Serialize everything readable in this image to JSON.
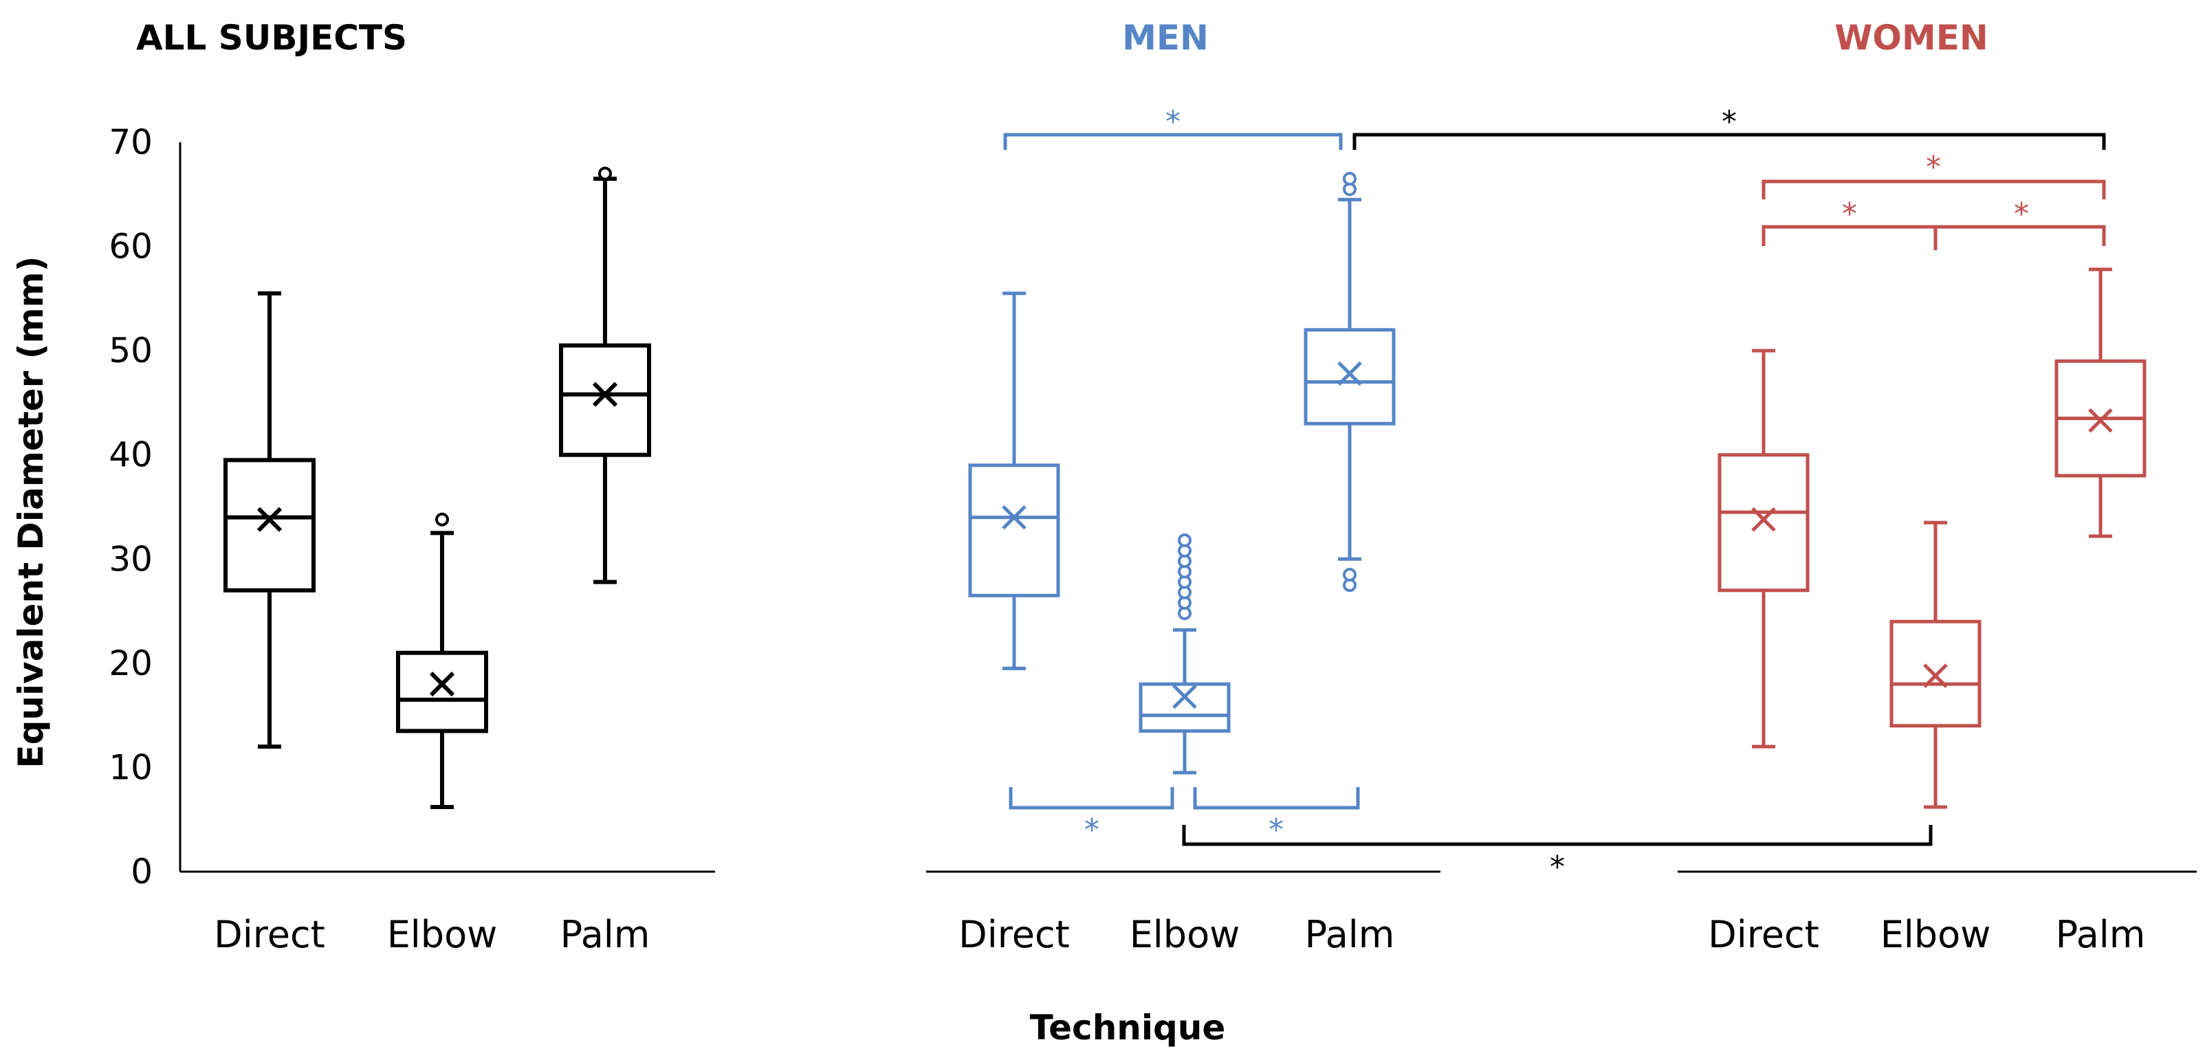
{
  "chart_data": {
    "type": "box",
    "xlabel": "Technique",
    "ylabel": "Equivalent Diameter (mm)",
    "ylim": [
      0,
      70
    ],
    "yticks": [
      0,
      10,
      20,
      30,
      40,
      50,
      60,
      70
    ],
    "grid": false,
    "categories": [
      "Direct",
      "Elbow",
      "Palm"
    ],
    "significance_marker": "*",
    "panels": [
      {
        "title": "ALL SUBJECTS",
        "color": "#000000",
        "boxes": [
          {
            "category": "Direct",
            "min": 12,
            "q1": 27,
            "median": 34,
            "q3": 39.5,
            "max": 55.5,
            "mean": 33.8,
            "outliers": []
          },
          {
            "category": "Elbow",
            "min": 6.2,
            "q1": 13.5,
            "median": 16.5,
            "q3": 21,
            "max": 32.5,
            "mean": 18,
            "outliers": [
              33.8
            ]
          },
          {
            "category": "Palm",
            "min": 27.8,
            "q1": 40,
            "median": 45.8,
            "q3": 50.5,
            "max": 66.5,
            "mean": 45.8,
            "outliers": [
              67
            ]
          }
        ]
      },
      {
        "title": "MEN",
        "color": "#5585c6",
        "boxes": [
          {
            "category": "Direct",
            "min": 19.5,
            "q1": 26.5,
            "median": 34,
            "q3": 39,
            "max": 55.5,
            "mean": 34,
            "outliers": []
          },
          {
            "category": "Elbow",
            "min": 9.5,
            "q1": 13.5,
            "median": 15,
            "q3": 18,
            "max": 23.2,
            "mean": 16.8,
            "outliers": [
              24.8,
              25.8,
              26.8,
              27.8,
              28.8,
              29.8,
              30.8,
              31.8
            ]
          },
          {
            "category": "Palm",
            "min": 30,
            "q1": 43,
            "median": 47,
            "q3": 52,
            "max": 64.5,
            "mean": 47.8,
            "outliers": [
              27.5,
              28.5,
              65.5,
              66.5
            ]
          }
        ]
      },
      {
        "title": "WOMEN",
        "color": "#c0504d",
        "boxes": [
          {
            "category": "Direct",
            "min": 12,
            "q1": 27,
            "median": 34.5,
            "q3": 40,
            "max": 50,
            "mean": 33.8,
            "outliers": []
          },
          {
            "category": "Elbow",
            "min": 6.2,
            "q1": 14,
            "median": 18,
            "q3": 24,
            "max": 33.5,
            "mean": 18.8,
            "outliers": []
          },
          {
            "category": "Palm",
            "min": 32.2,
            "q1": 38,
            "median": 43.5,
            "q3": 49,
            "max": 57.8,
            "mean": 43.3,
            "outliers": []
          }
        ]
      }
    ],
    "significance": [
      {
        "from": "MEN Direct",
        "to": "MEN Palm",
        "color": "#5585c6",
        "position": "top"
      },
      {
        "from": "MEN Palm",
        "to": "WOMEN Palm",
        "color": "#000000",
        "position": "top"
      },
      {
        "from": "WOMEN Direct",
        "to": "WOMEN Palm",
        "color": "#c0504d",
        "position": "top"
      },
      {
        "from": "WOMEN Elbow",
        "to": "WOMEN Palm",
        "color": "#c0504d",
        "position": "top"
      },
      {
        "from": "WOMEN Direct",
        "to": "WOMEN Elbow",
        "color": "#c0504d",
        "position": "top"
      },
      {
        "from": "MEN Direct",
        "to": "MEN Elbow",
        "color": "#5585c6",
        "position": "bottom"
      },
      {
        "from": "MEN Elbow",
        "to": "MEN Palm",
        "color": "#5585c6",
        "position": "bottom"
      },
      {
        "from": "MEN Elbow",
        "to": "WOMEN Elbow",
        "color": "#000000",
        "position": "bottom"
      }
    ]
  }
}
